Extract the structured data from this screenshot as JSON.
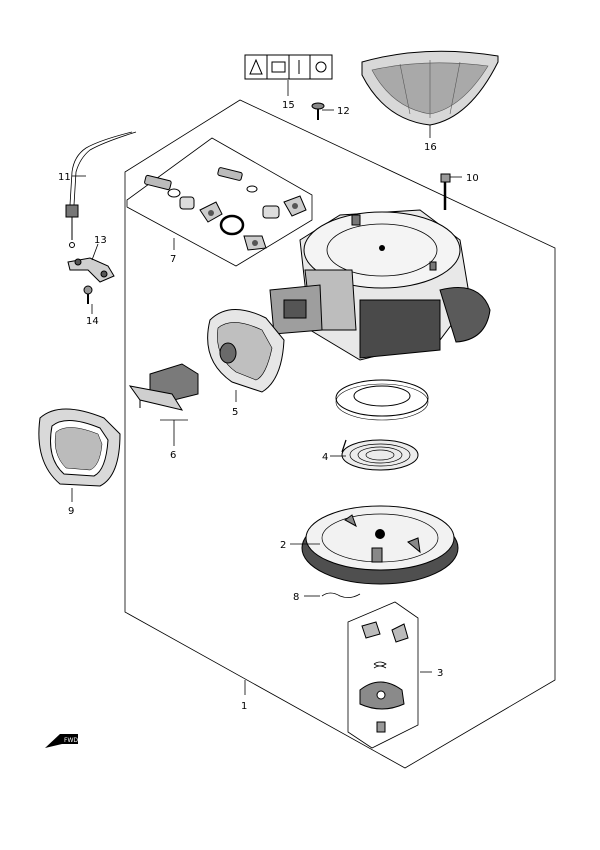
{
  "callouts": {
    "c1": "1",
    "c2": "2",
    "c3": "3",
    "c4": "4",
    "c5": "5",
    "c6": "6",
    "c7": "7",
    "c8": "8",
    "c9": "9",
    "c10": "10",
    "c11": "11",
    "c12": "12",
    "c13": "13",
    "c14": "14",
    "c15": "15",
    "c16": "16"
  },
  "direction_arrow": {
    "label": "FWD"
  },
  "colors": {
    "line": "#000000",
    "shade": "#4a4a4a",
    "light": "#bdbdbd",
    "paper": "#ffffff"
  }
}
